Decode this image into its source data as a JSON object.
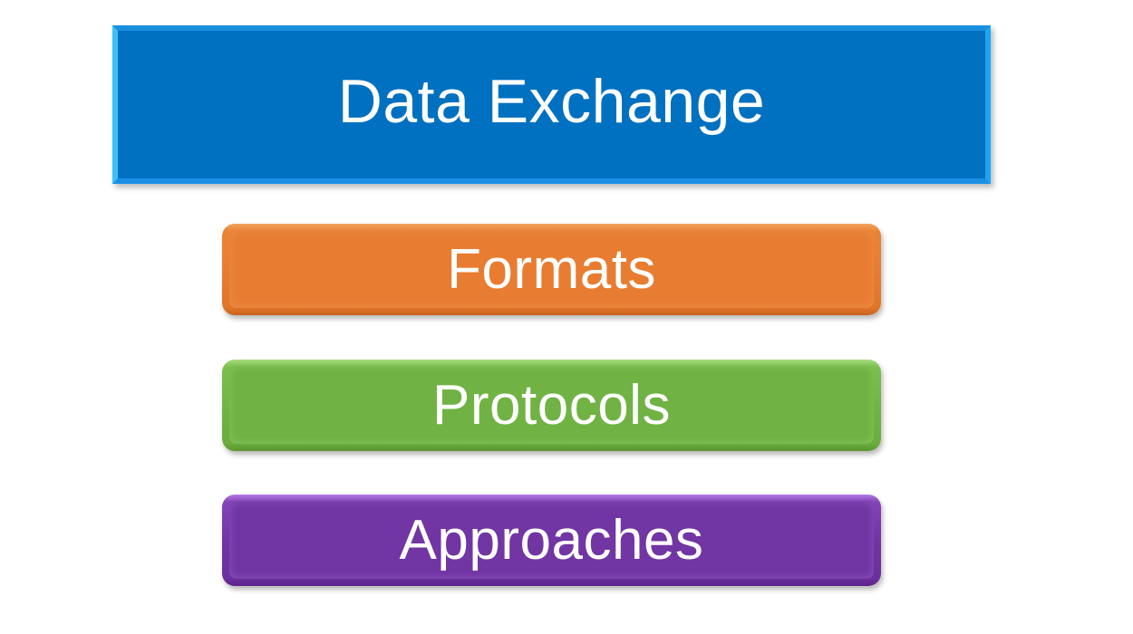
{
  "diagram": {
    "title": {
      "label": "Data Exchange",
      "color": "#0070c0"
    },
    "items": [
      {
        "label": "Formats",
        "color": "#e87c30"
      },
      {
        "label": "Protocols",
        "color": "#72b544"
      },
      {
        "label": "Approaches",
        "color": "#7234a6"
      }
    ]
  }
}
